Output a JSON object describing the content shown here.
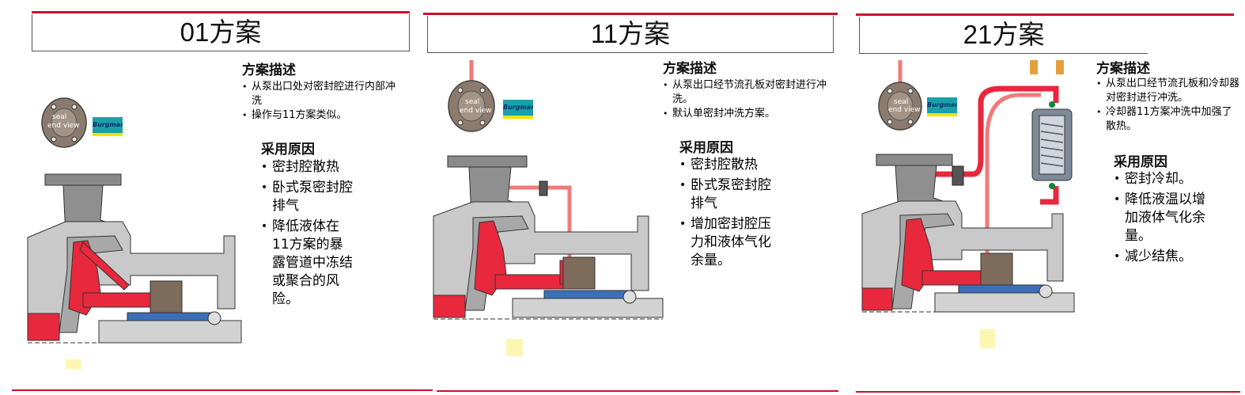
{
  "panels": [
    {
      "title": "01方案",
      "desc_heading": "方案描述",
      "desc_items": [
        "从泵出口处对密封腔进行内部冲洗",
        "操作与11方案类似。"
      ],
      "reason_heading": "采用原因",
      "reason_items": [
        "密封腔散热",
        "卧式泵密封腔排气",
        "降低液体在11方案的暴露管道中冻结或聚合的风险。"
      ],
      "seal_label_line1": "seal",
      "seal_label_line2": "end view",
      "brand": "Burgmann"
    },
    {
      "title": "11方案",
      "desc_heading": "方案描述",
      "desc_items": [
        "从泵出口经节流孔板对密封进行冲洗。",
        "默认单密封冲洗方案。"
      ],
      "reason_heading": "采用原因",
      "reason_items": [
        "密封腔散热",
        "卧式泵密封腔排气",
        "增加密封腔压力和液体气化余量。"
      ],
      "seal_label_line1": "seal",
      "seal_label_line2": "end view",
      "brand": "Burgmann"
    },
    {
      "title": "21方案",
      "desc_heading": "方案描述",
      "desc_items": [
        "从泵出口经节流孔板和冷却器对密封进行冲洗。",
        "冷却器11方案冲洗中加强了散热。"
      ],
      "reason_heading": "采用原因",
      "reason_items": [
        "密封冷却。",
        "降低液温以增加液体气化余量。",
        "减少结焦。"
      ],
      "seal_label_line1": "seal",
      "seal_label_line2": "end view",
      "brand": "Burgmann"
    }
  ],
  "colors": {
    "accent_red": "#c8102e",
    "fluid_red": "#e8283c",
    "fluid_pink": "#f07a7a",
    "metal_gray": "#9a9a9a",
    "dark_gray": "#555555",
    "badge_teal": "#1aa0a8",
    "badge_yellow": "#f2e300",
    "highlight_yellow": "#fbf7b3"
  }
}
